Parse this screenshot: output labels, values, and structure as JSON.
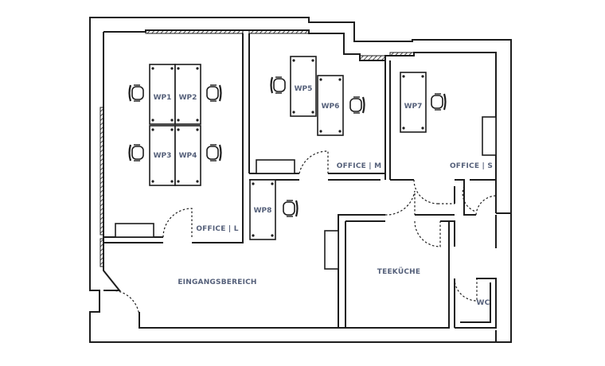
{
  "rooms": {
    "office_l": "OFFICE | L",
    "office_m": "OFFICE | M",
    "office_s": "OFFICE | S",
    "entrance": "EINGANGSBEREICH",
    "kitchen": "TEEKÜCHE",
    "wc": "WC"
  },
  "workplaces": {
    "wp1": "WP1",
    "wp2": "WP2",
    "wp3": "WP3",
    "wp4": "WP4",
    "wp5": "WP5",
    "wp6": "WP6",
    "wp7": "WP7",
    "wp8": "WP8"
  }
}
